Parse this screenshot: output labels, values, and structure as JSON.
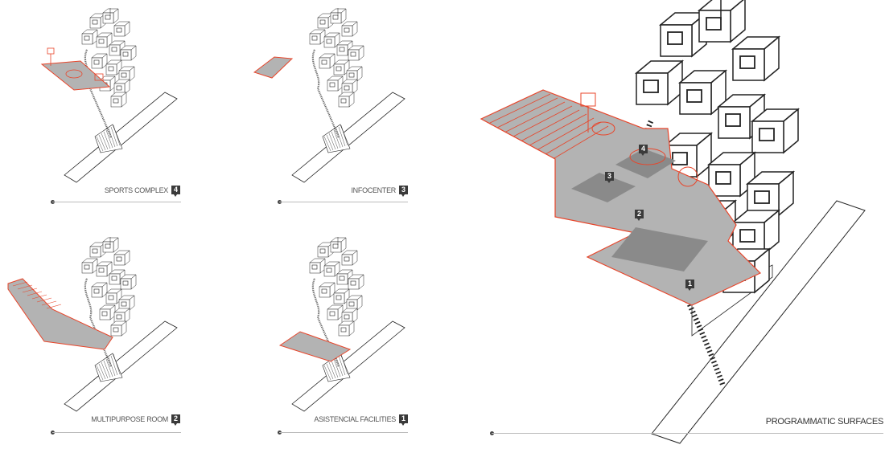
{
  "colors": {
    "accent": "#e8452a",
    "surface": "#b3b3b3",
    "surface_dark": "#8a8a8a",
    "line": "#222222"
  },
  "panels": [
    {
      "title": "SPORTS COMPLEX",
      "number": "4"
    },
    {
      "title": "INFOCENTER",
      "number": "3"
    },
    {
      "title": "MULTIPURPOSE ROOM",
      "number": "2"
    },
    {
      "title": "ASISTENCIAL FACILITIES",
      "number": "1"
    }
  ],
  "main": {
    "title": "PROGRAMMATIC SURFACES",
    "markers": [
      "4",
      "3",
      "2",
      "1"
    ]
  }
}
